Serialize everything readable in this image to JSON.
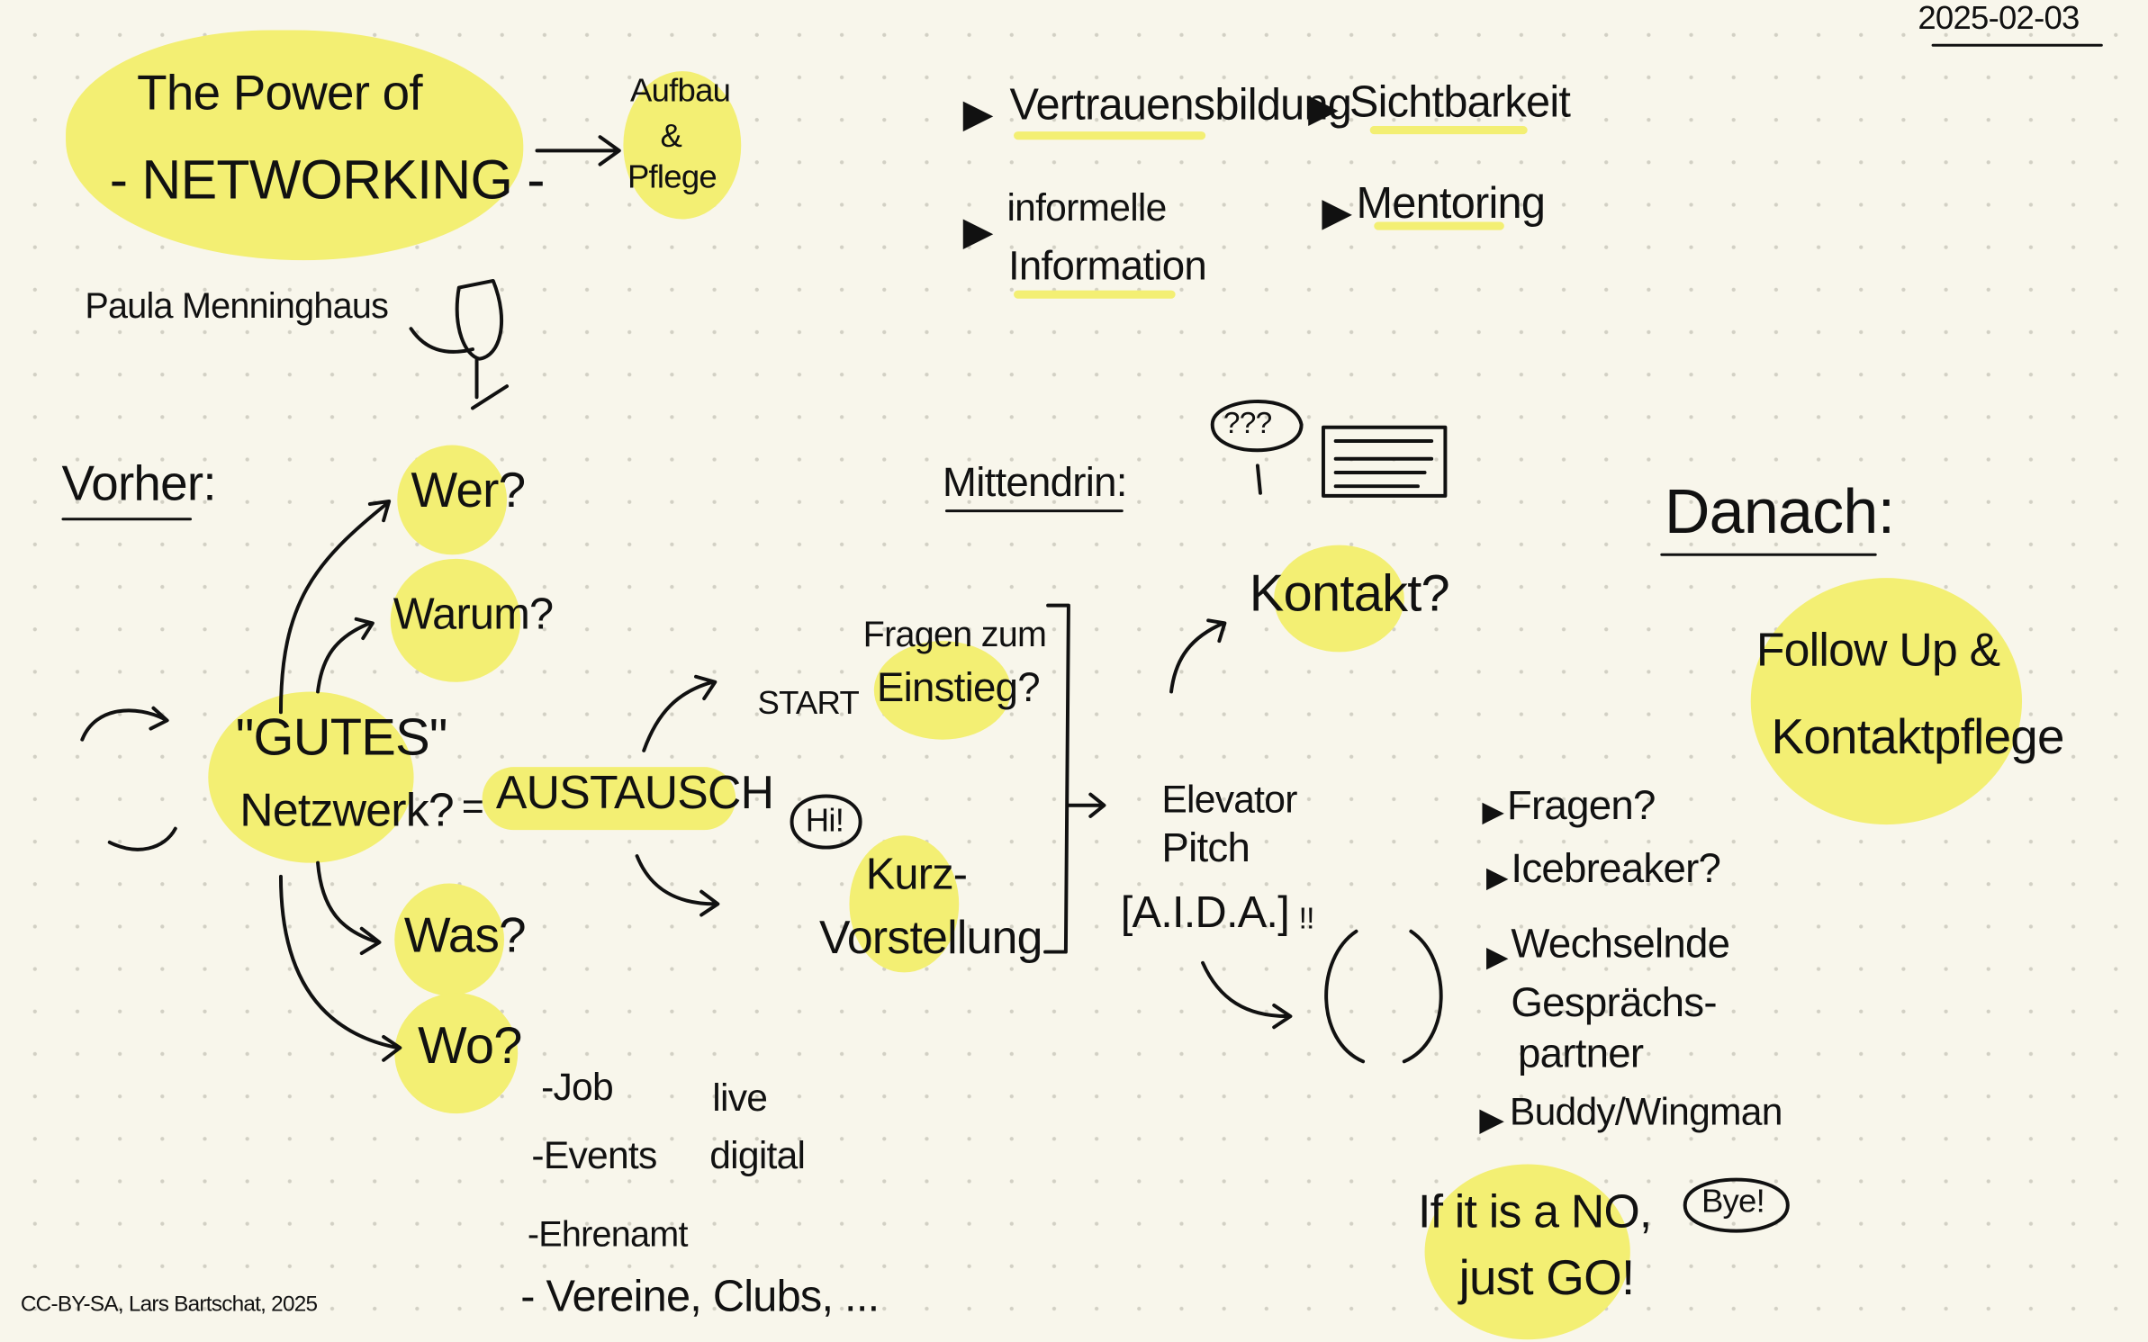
{
  "date": "2025-02-03",
  "title": {
    "line1": "The Power of",
    "line2": "- NETWORKING -"
  },
  "author": "Paula Menninghaus",
  "aufbau": {
    "line1": "Aufbau",
    "line2": "&",
    "line3": "Pflege"
  },
  "benefits": [
    "Vertrauensbildung",
    "Sichtbarkeit",
    "informelle",
    "Information",
    "Mentoring"
  ],
  "vorher": {
    "heading": "Vorher:",
    "questions": [
      "Wer?",
      "Warum?",
      "Was?",
      "Wo?"
    ],
    "center": {
      "line1": "\"GUTES\"",
      "line2": "Netzwerk?"
    },
    "equals": "=",
    "austausch": "AUSTAUSCH",
    "start": "START",
    "fragen": {
      "line1": "Fragen zum",
      "line2": "Einstieg?"
    },
    "hi": "Hi!",
    "kurz": {
      "line1": "Kurz-",
      "line2": "Vorstellung"
    },
    "wo_list": [
      "-Job",
      "-Events",
      "live",
      "digital",
      "-Ehrenamt",
      "- Vereine, Clubs, ..."
    ]
  },
  "mittendrin": {
    "heading": "Mittendrin:",
    "thought": "???",
    "kontakt": "Kontakt?",
    "pitch": {
      "line1": "Elevator",
      "line2": "Pitch"
    },
    "aida": "[A.I.D.A.]",
    "excl": "!!",
    "tips": [
      "Fragen?",
      "Icebreaker?",
      "Wechselnde",
      "Gesprächs-",
      "partner",
      "Buddy/Wingman"
    ],
    "no_go": {
      "line1": "If it is a NO,",
      "line2": "just GO!"
    },
    "bye": "Bye!"
  },
  "danach": {
    "heading": "Danach:",
    "line1": "Follow Up &",
    "line2": "Kontaktpflege"
  },
  "credit": "CC-BY-SA, Lars Bartschat, 2025",
  "colors": {
    "highlight": "#f3ef73",
    "paper": "#f8f6eb",
    "ink": "#111111"
  }
}
